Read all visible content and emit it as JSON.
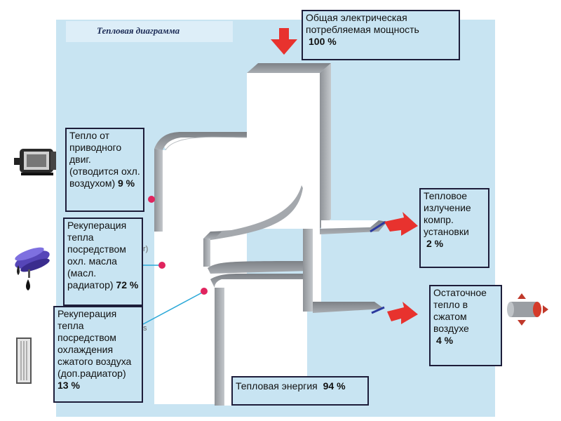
{
  "diagram": {
    "title": "Тепловая диаграмма",
    "boxes": {
      "total_power": {
        "text": "Общая электрическая потребляемая  мощность",
        "value": "100 %"
      },
      "motor_heat": {
        "text": "Тепло от приводного двиг. (отводится охл. воздухом)",
        "value": "9 %"
      },
      "oil_recovery": {
        "text": "Рекуперация тепла посредством охл. масла (масл. радиатор)",
        "value": "72 %"
      },
      "air_recovery": {
        "text": "Рекуперация тепла посредством охлаждения сжатого воздуха (доп.радиатор)",
        "value": "13 %"
      },
      "thermal_energy": {
        "text": "Тепловая энергия",
        "value": "94 %"
      },
      "radiation": {
        "text": "Тепловое излучение компр. установки",
        "value": "2 %"
      },
      "residual": {
        "text": "Остаточное тепло в сжатом воздухе",
        "value": "4 %"
      }
    },
    "stray_marks": {
      "r_mark": "r)",
      "s_mark": "s"
    },
    "icons": [
      "electric-motor-icon",
      "oil-cooler-icon",
      "air-radiator-icon",
      "pipe-icon"
    ],
    "colors": {
      "panel": "#c8e4f2",
      "arrow_red": "#e8322e",
      "dot_pink": "#e0245e",
      "leader": "#2aa8d8",
      "edge_blue": "#2c3a9e"
    }
  }
}
